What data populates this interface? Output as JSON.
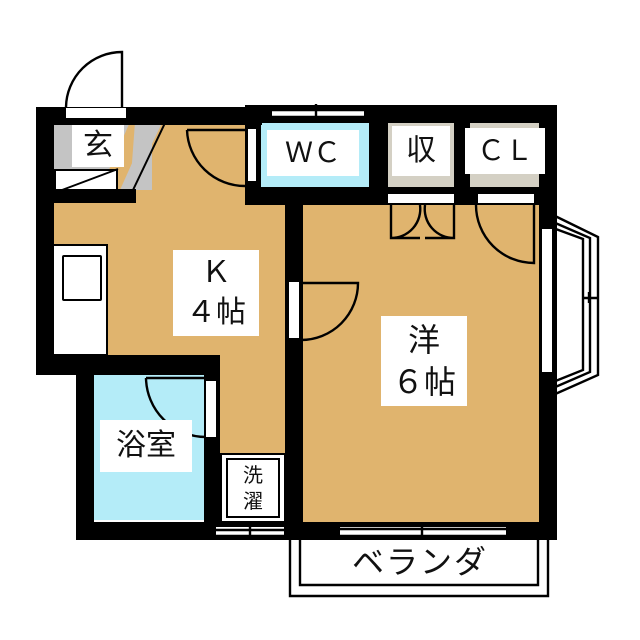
{
  "floorplan": {
    "colors": {
      "wall": "#000000",
      "wood_floor": "#e0b46e",
      "wet_area": "#b4ecf8",
      "entrance": "#c4c4c4",
      "storage": "#d4d0c4"
    },
    "rooms": {
      "entrance": {
        "label": "玄"
      },
      "wc": {
        "label": "ＷＣ"
      },
      "storage": {
        "label": "収"
      },
      "closet": {
        "label": "ＣＬ"
      },
      "kitchen": {
        "label_line1": "Ｋ",
        "label_line2": "４帖"
      },
      "western_room": {
        "label_line1": "洋",
        "label_line2": "６帖"
      },
      "bathroom": {
        "label": "浴室"
      },
      "laundry": {
        "label_line1": "洗",
        "label_line2": "濯"
      },
      "balcony": {
        "label": "ベランダ"
      }
    }
  }
}
